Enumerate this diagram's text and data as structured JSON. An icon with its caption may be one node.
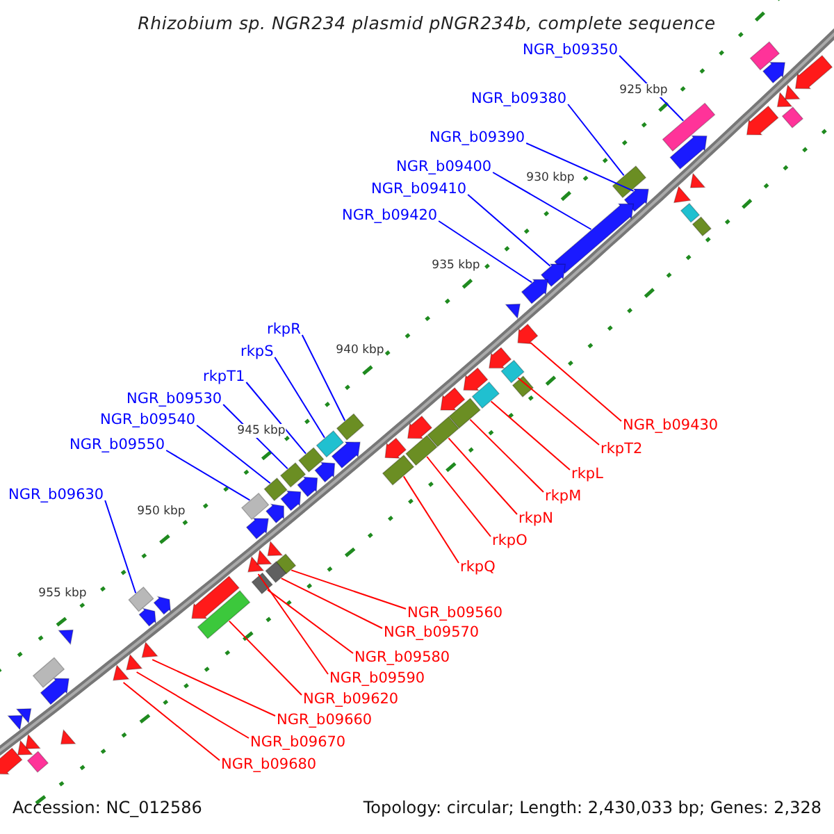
{
  "diagram": {
    "title": "Rhizobium sp. NGR234 plasmid pNGR234b, complete sequence",
    "nodes": [
      {
        "text": [
          "NGR_b09350"
        ]
      },
      {
        "text": [
          "NGR_b09380"
        ]
      },
      {
        "text": [
          "NGR_b09390"
        ]
      },
      {
        "text": [
          "NGR_b09400"
        ]
      },
      {
        "text": [
          "NGR_b09410"
        ]
      },
      {
        "text": [
          "NGR_b09420"
        ]
      },
      {
        "text": [
          "rkpR"
        ]
      },
      {
        "text": [
          "rkpS"
        ]
      },
      {
        "text": [
          "rkpT1"
        ]
      },
      {
        "text": [
          "NGR_b09530"
        ]
      },
      {
        "text": [
          "NGR_b09540"
        ]
      },
      {
        "text": [
          "NGR_b09430"
        ]
      },
      {
        "text": [
          "NGR_b09550"
        ]
      },
      {
        "text": [
          "rkpT2"
        ]
      },
      {
        "text": [
          "rkpL"
        ]
      },
      {
        "text": [
          "NGR_b09630"
        ]
      },
      {
        "text": [
          "rkpM"
        ]
      },
      {
        "text": [
          "rkpN"
        ]
      },
      {
        "text": [
          "rkpO"
        ]
      },
      {
        "text": [
          "rkpQ"
        ]
      },
      {
        "text": [
          "NGR_b09560"
        ]
      },
      {
        "text": [
          "NGR_b09570"
        ]
      },
      {
        "text": [
          "NGR_b09580"
        ]
      },
      {
        "text": [
          "NGR_b09590"
        ]
      },
      {
        "text": [
          "NGR_b09620"
        ]
      },
      {
        "text": [
          "NGR_b09660"
        ]
      },
      {
        "text": [
          "NGR_b09670"
        ]
      },
      {
        "text": [
          "NGR_b09680"
        ]
      },
      {
        "text": [],
        "shape": "box"
      },
      {
        "text": [],
        "shape": "box"
      },
      {
        "text": [],
        "shape": "arrow"
      },
      {
        "text": [],
        "shape": "arrow"
      },
      {
        "text": [],
        "shape": "arrow"
      },
      {
        "text": [],
        "shape": "arrow"
      },
      {
        "text": [],
        "shape": "arrow"
      },
      {
        "text": [],
        "shape": "box"
      },
      {
        "text": [],
        "shape": "box"
      },
      {
        "text": [],
        "shape": "box"
      },
      {
        "text": [],
        "shape": "box"
      },
      {
        "text": [],
        "shape": "box"
      },
      {
        "text": [],
        "shape": "box"
      },
      {
        "text": [],
        "shape": "box"
      },
      {
        "text": [],
        "shape": "box"
      },
      {
        "text": [],
        "shape": "box"
      },
      {
        "text": [],
        "shape": "box"
      },
      {
        "text": [],
        "shape": "box"
      },
      {
        "text": [],
        "shape": "box"
      },
      {
        "text": [],
        "shape": "triangle"
      },
      {
        "text": [],
        "shape": "box"
      },
      {
        "text": [],
        "shape": "box"
      },
      {
        "text": [],
        "shape": "box"
      },
      {
        "text": [],
        "shape": "box"
      },
      {
        "text": [],
        "shape": "box"
      },
      {
        "text": [],
        "shape": "triangle"
      },
      {
        "text": [],
        "shape": "triangle"
      },
      {
        "text": [],
        "shape": "triangle"
      },
      {
        "text": [],
        "shape": "box"
      },
      {
        "text": [],
        "shape": "arrow"
      },
      {
        "text": [],
        "shape": "arrow"
      },
      {
        "text": [],
        "shape": "triangle"
      },
      {
        "text": [],
        "shape": "triangle"
      },
      {
        "text": [],
        "shape": "box"
      },
      {
        "text": [],
        "shape": "arrow"
      },
      {
        "text": [],
        "shape": "arrow"
      },
      {
        "text": [],
        "shape": "triangle"
      },
      {
        "text": [],
        "shape": "triangle"
      },
      {
        "text": [],
        "shape": "box"
      },
      {
        "text": [],
        "shape": "box"
      },
      {
        "text": [],
        "shape": "triangle"
      },
      {
        "text": [],
        "shape": "arrow"
      },
      {
        "text": [],
        "shape": "arrow"
      },
      {
        "text": [],
        "shape": "arrow"
      },
      {
        "text": [],
        "shape": "arrow"
      },
      {
        "text": [],
        "shape": "arrow"
      },
      {
        "text": [],
        "shape": "box"
      },
      {
        "text": [],
        "shape": "arrow"
      },
      {
        "text": [],
        "shape": "arrow"
      },
      {
        "text": [],
        "shape": "arrow"
      },
      {
        "text": [],
        "shape": "arrow"
      },
      {
        "text": [],
        "shape": "arrow"
      },
      {
        "text": [],
        "shape": "arrow"
      },
      {
        "text": [],
        "shape": "arrow"
      },
      {
        "text": [],
        "shape": "arrow"
      },
      {
        "text": [],
        "shape": "box"
      },
      {
        "text": [],
        "shape": "arrow"
      },
      {
        "text": [],
        "shape": "triangle"
      },
      {
        "text": [],
        "shape": "triangle"
      },
      {
        "text": [],
        "shape": "triangle"
      },
      {
        "text": [],
        "shape": "triangle"
      },
      {
        "text": [],
        "shape": "triangle"
      },
      {
        "text": [],
        "shape": "arrow"
      },
      {
        "text": [],
        "shape": "triangle"
      },
      {
        "text": [],
        "shape": "triangle"
      },
      {
        "text": [],
        "shape": "triangle"
      },
      {
        "text": [],
        "shape": "arrow"
      },
      {
        "text": [],
        "shape": "box"
      }
    ],
    "edges": [
      {
        "from": 0,
        "to": 28,
        "arrow": "none",
        "color": "#0000ff"
      },
      {
        "from": 1,
        "to": 29,
        "arrow": "none",
        "color": "#0000ff"
      },
      {
        "from": 2,
        "to": 30,
        "arrow": "none",
        "color": "#0000ff"
      },
      {
        "from": 3,
        "to": 31,
        "arrow": "none",
        "color": "#0000ff"
      },
      {
        "from": 4,
        "to": 32,
        "arrow": "none",
        "color": "#0000ff"
      },
      {
        "from": 5,
        "to": 33,
        "arrow": "none",
        "color": "#0000ff"
      },
      {
        "from": 6,
        "to": 37,
        "arrow": "none",
        "color": "#0000ff"
      },
      {
        "from": 7,
        "to": 39,
        "arrow": "none",
        "color": "#0000ff"
      },
      {
        "from": 8,
        "to": 41,
        "arrow": "none",
        "color": "#0000ff"
      },
      {
        "from": 9,
        "to": 43,
        "arrow": "none",
        "color": "#0000ff"
      },
      {
        "from": 10,
        "to": 44,
        "arrow": "none",
        "color": "#0000ff"
      },
      {
        "from": 11,
        "to": 34,
        "arrow": "none"
      },
      {
        "from": 12,
        "to": 46,
        "arrow": "none",
        "color": "#0000ff"
      },
      {
        "from": 13,
        "to": 35,
        "arrow": "none"
      },
      {
        "from": 14,
        "to": 36,
        "arrow": "none"
      },
      {
        "from": 15,
        "to": 51,
        "arrow": "none",
        "color": "#0000ff"
      },
      {
        "from": 16,
        "to": 38,
        "arrow": "none"
      },
      {
        "from": 17,
        "to": 40,
        "arrow": "none"
      },
      {
        "from": 18,
        "to": 42,
        "arrow": "none"
      },
      {
        "from": 19,
        "to": 45,
        "arrow": "none"
      },
      {
        "from": 20,
        "to": 48,
        "arrow": "none"
      },
      {
        "from": 21,
        "to": 49,
        "arrow": "none"
      },
      {
        "from": 22,
        "to": 50,
        "arrow": "none"
      },
      {
        "from": 23,
        "to": 47,
        "arrow": "none"
      },
      {
        "from": 24,
        "to": 52,
        "arrow": "none"
      },
      {
        "from": 25,
        "to": 53,
        "arrow": "none"
      },
      {
        "from": 26,
        "to": 54,
        "arrow": "none"
      },
      {
        "from": 27,
        "to": 55,
        "arrow": "none"
      }
    ],
    "labels": [
      "925 kbp",
      "930 kbp",
      "935 kbp",
      "940 kbp",
      "945 kbp",
      "950 kbp",
      "955 kbp",
      "Accession: NC_012586",
      "Topology: circular; Length: 2,430,033 bp; Genes: 2,328"
    ]
  }
}
